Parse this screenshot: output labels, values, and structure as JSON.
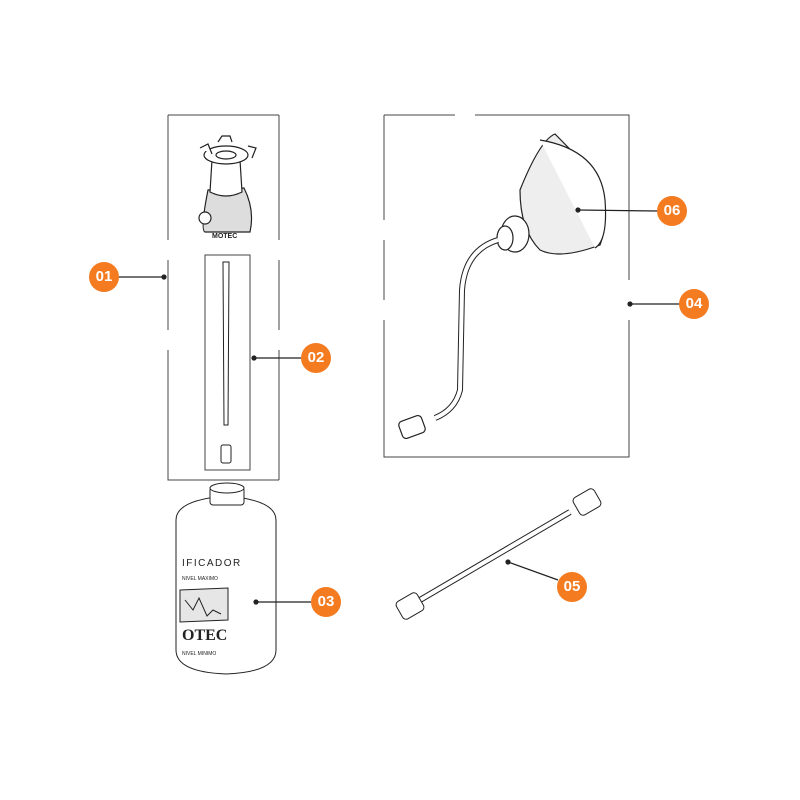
{
  "accent_color": "#F47B20",
  "callouts": [
    {
      "label": "01",
      "part": "nebulizer-cap-assembly"
    },
    {
      "label": "02",
      "part": "dip-tube"
    },
    {
      "label": "03",
      "part": "humidifier-bottle"
    },
    {
      "label": "04",
      "part": "mask-assembly"
    },
    {
      "label": "05",
      "part": "hose"
    },
    {
      "label": "06",
      "part": "face-mask"
    }
  ],
  "bottle_label": {
    "title": "IFICADOR",
    "level_max": "NIVEL MAXIMO",
    "brand": "OTEC",
    "level_min": "NIVEL MINIMO"
  },
  "cap_brand": "MOTEC"
}
